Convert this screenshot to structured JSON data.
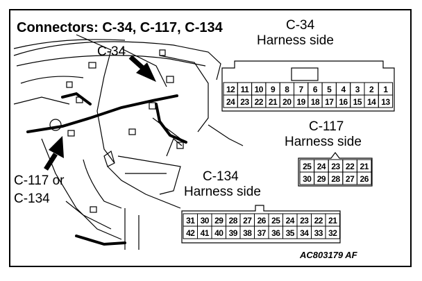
{
  "title": "Connectors: C-34, C-117, C-134",
  "labels": {
    "c34_arrow": "C-34",
    "c117_or": "C-117 or",
    "c134_bottom": "C-134"
  },
  "connectors": {
    "c34": {
      "name": "C-34",
      "side": "Harness side",
      "rows": [
        [
          "12",
          "11",
          "10",
          "9",
          "8",
          "7",
          "6",
          "5",
          "4",
          "3",
          "2",
          "1"
        ],
        [
          "24",
          "23",
          "22",
          "21",
          "20",
          "19",
          "18",
          "17",
          "16",
          "15",
          "14",
          "13"
        ]
      ]
    },
    "c117": {
      "name": "C-117",
      "side": "Harness side",
      "rows": [
        [
          "25",
          "24",
          "23",
          "22",
          "21"
        ],
        [
          "30",
          "29",
          "28",
          "27",
          "26"
        ]
      ]
    },
    "c134": {
      "name": "C-134",
      "side": "Harness side",
      "rows": [
        [
          "31",
          "30",
          "29",
          "28",
          "27",
          "26",
          "25",
          "24",
          "23",
          "22",
          "21"
        ],
        [
          "42",
          "41",
          "40",
          "39",
          "38",
          "37",
          "36",
          "35",
          "34",
          "33",
          "32"
        ]
      ]
    }
  },
  "figure_code": "AC803179 AF"
}
